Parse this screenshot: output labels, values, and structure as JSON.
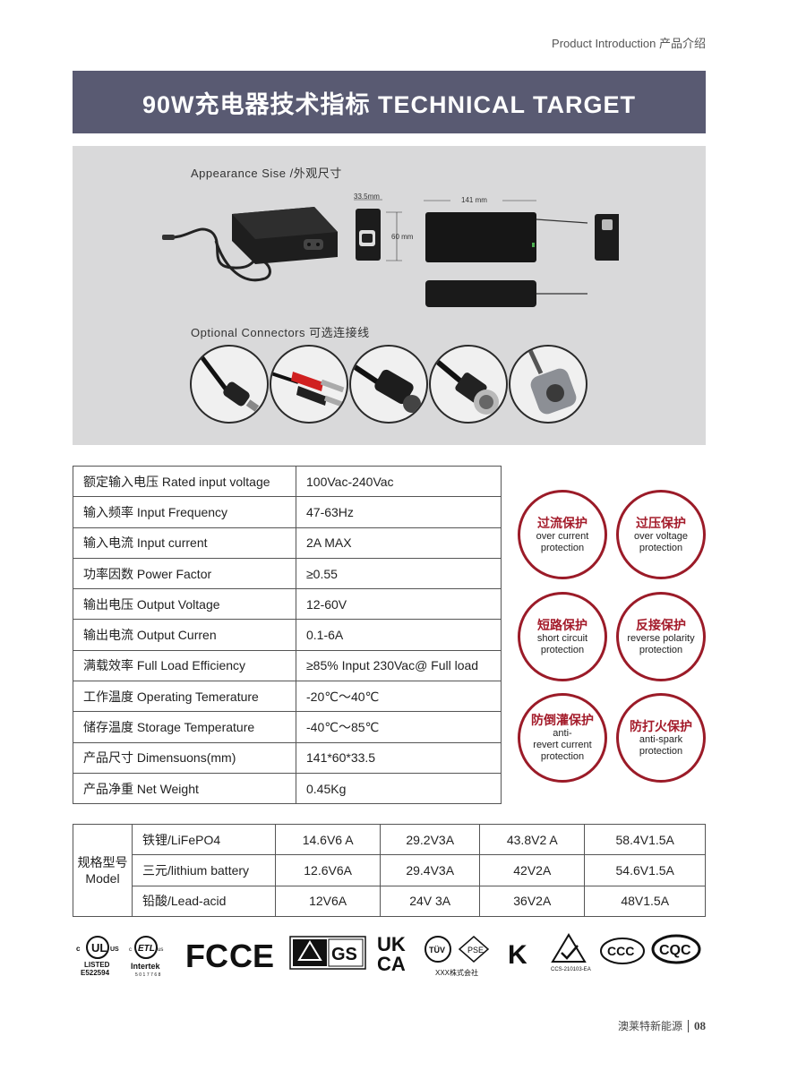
{
  "header": {
    "section": "Product Introduction  产品介绍"
  },
  "banner": {
    "title": "90W充电器技术指标 TECHNICAL TARGET"
  },
  "appearance": {
    "caption": "Appearance Sise  /外观尺寸",
    "dim_width": "141 mm",
    "dim_height": "60 mm",
    "dim_thickness": "33.5mm",
    "connectors_caption": "Optional  Connectors  可选连接线"
  },
  "specs": [
    {
      "label": "额定输入电压 Rated input voltage",
      "value": "100Vac-240Vac"
    },
    {
      "label": "输入频率 Input Frequency",
      "value": "47-63Hz"
    },
    {
      "label": "输入电流 Input current",
      "value": "2A MAX"
    },
    {
      "label": "功率因数 Power Factor",
      "value": "≥0.55"
    },
    {
      "label": "输出电压 Output Voltage",
      "value": "12-60V"
    },
    {
      "label": "输出电流 Output Curren",
      "value": "0.1-6A"
    },
    {
      "label": "满载效率 Full Load Efficiency",
      "value": "≥85% Input 230Vac@ Full load"
    },
    {
      "label": "工作温度 Operating Temerature",
      "value": "-20℃～40℃"
    },
    {
      "label": "储存温度 Storage Temperature",
      "value": "-40℃～85℃"
    },
    {
      "label": "产品尺寸 Dimensuons(mm)",
      "value": "141*60*33.5"
    },
    {
      "label": "产品净重 Net Weight",
      "value": "0.45Kg"
    }
  ],
  "protections": [
    {
      "zh": "过流保护",
      "en1": "over current",
      "en2": "protection"
    },
    {
      "zh": "过压保护",
      "en1": "over voltage",
      "en2": "protection"
    },
    {
      "zh": "短路保护",
      "en1": "short circuit",
      "en2": "protection"
    },
    {
      "zh": "反接保护",
      "en1": "reverse polarity",
      "en2": "protection"
    },
    {
      "zh": "防倒灌保护",
      "en1": "anti-",
      "en2": "revert current",
      "en3": "protection"
    },
    {
      "zh": "防打火保护",
      "en1": "anti-spark",
      "en2": "protection"
    }
  ],
  "models": {
    "row_head_zh": "规格型号",
    "row_head_en": "Model",
    "rows": [
      {
        "kind": "铁锂/LiFePO4",
        "values": [
          "14.6V6 A",
          "29.2V3A",
          "43.8V2 A",
          "58.4V1.5A"
        ]
      },
      {
        "kind": "三元/lithium battery",
        "values": [
          "12.6V6A",
          "29.4V3A",
          "42V2A",
          "54.6V1.5A"
        ]
      },
      {
        "kind": "铅酸/Lead-acid",
        "values": [
          "12V6A",
          "24V 3A",
          "36V2A",
          "48V1.5A"
        ]
      }
    ]
  },
  "certs": {
    "ul_listed": "LISTED",
    "ul_number": "E522594",
    "etl_brand": "Intertek",
    "etl_number": "5017768",
    "pse_text": "XXX株式会社",
    "rcm_text": "CCS-210103-EA"
  },
  "footer": {
    "company": "澳莱特新能源",
    "page": "08"
  }
}
